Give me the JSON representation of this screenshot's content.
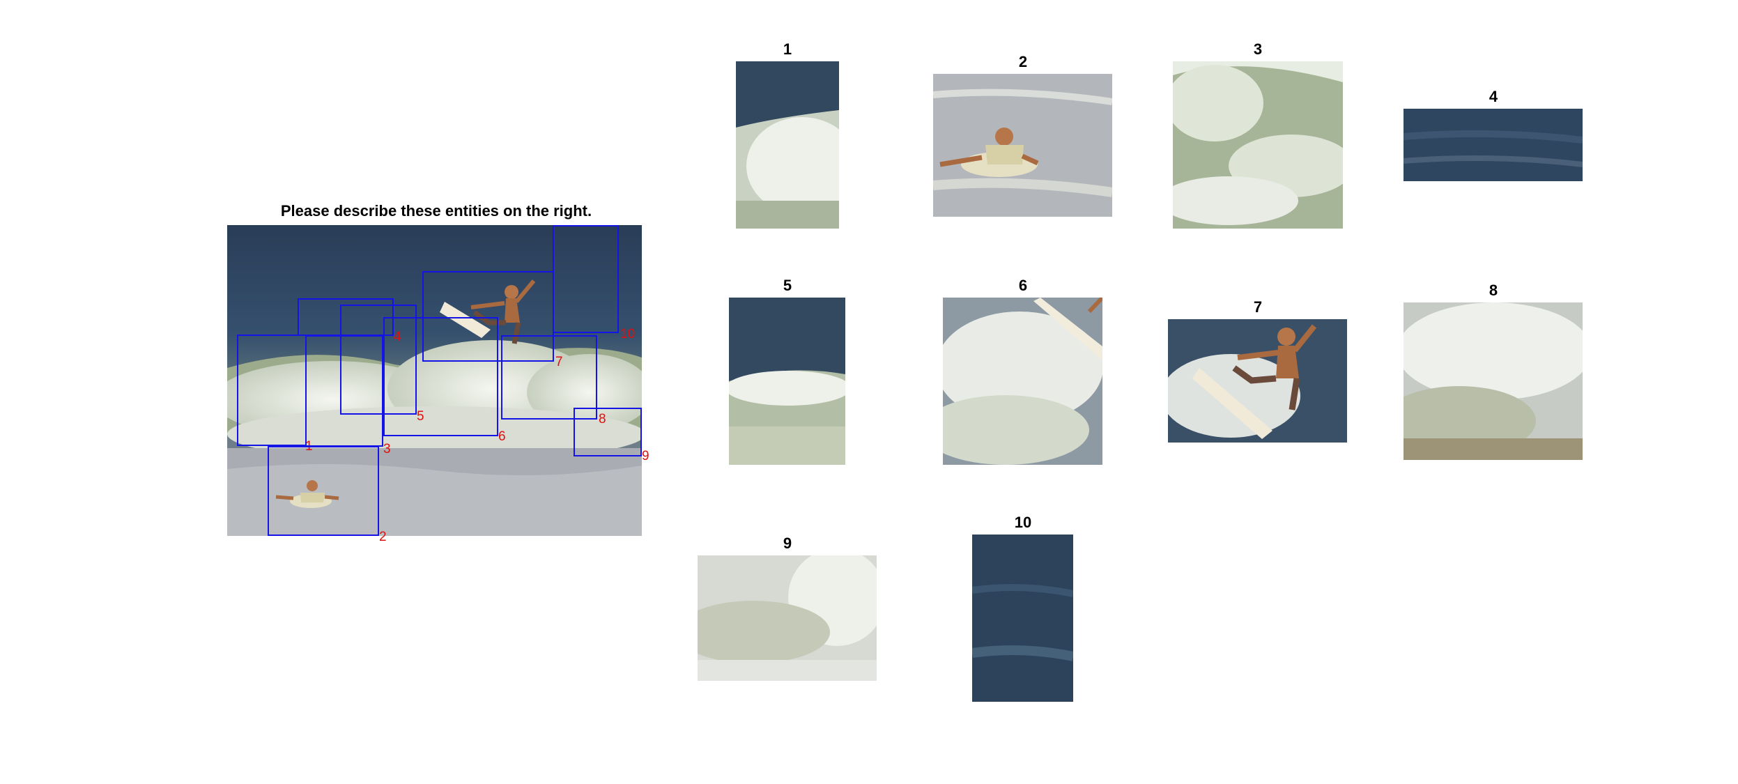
{
  "main": {
    "title": "Please describe these entities on the right.",
    "box_color": "#1414e6",
    "label_color": "#e01010"
  },
  "boxes": [
    {
      "label": "1"
    },
    {
      "label": "2"
    },
    {
      "label": "3"
    },
    {
      "label": "4"
    },
    {
      "label": "5"
    },
    {
      "label": "6"
    },
    {
      "label": "7"
    },
    {
      "label": "8"
    },
    {
      "label": "9"
    },
    {
      "label": "10"
    }
  ],
  "crops": [
    {
      "title": "1",
      "content": "wave crest"
    },
    {
      "title": "2",
      "content": "swimmer in water"
    },
    {
      "title": "3",
      "content": "green wave"
    },
    {
      "title": "4",
      "content": "dark water"
    },
    {
      "title": "5",
      "content": "wave and spray"
    },
    {
      "title": "6",
      "content": "spray with surfboard"
    },
    {
      "title": "7",
      "content": "surfer on board"
    },
    {
      "title": "8",
      "content": "white spray"
    },
    {
      "title": "9",
      "content": "white foam"
    },
    {
      "title": "10",
      "content": "dark water"
    }
  ]
}
